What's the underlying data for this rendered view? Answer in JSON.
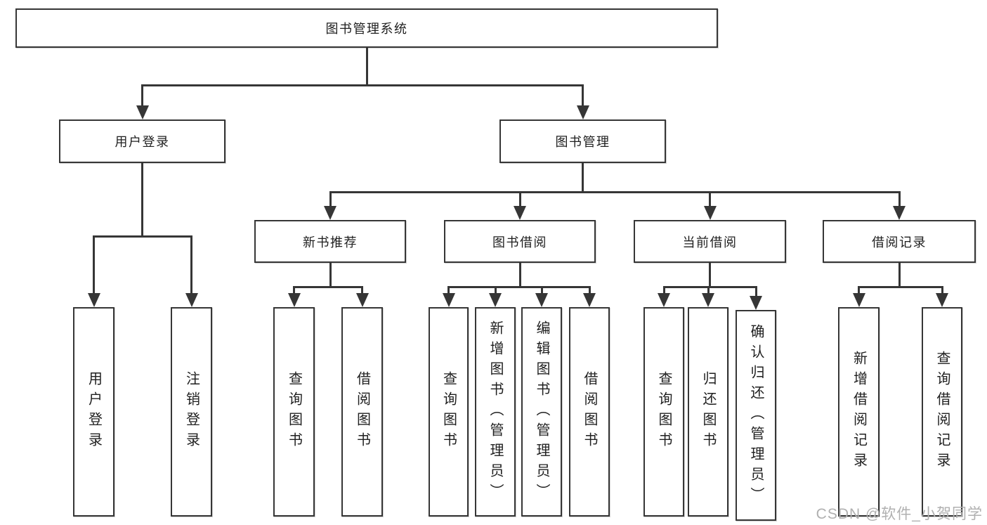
{
  "colors": {
    "line": "#363636",
    "text": "#1f1f1f",
    "watermark": "#b0b0b0",
    "background": "#ffffff"
  },
  "tree": {
    "label": "图书管理系统",
    "children": [
      {
        "label": "用户登录",
        "children": [
          {
            "label": "用户登录"
          },
          {
            "label": "注销登录"
          }
        ]
      },
      {
        "label": "图书管理",
        "children": [
          {
            "label": "新书推荐",
            "children": [
              {
                "label": "查询图书"
              },
              {
                "label": "借阅图书"
              }
            ]
          },
          {
            "label": "图书借阅",
            "children": [
              {
                "label": "查询图书"
              },
              {
                "label": "新增图书（管理员）"
              },
              {
                "label": "编辑图书（管理员）"
              },
              {
                "label": "借阅图书"
              }
            ]
          },
          {
            "label": "当前借阅",
            "children": [
              {
                "label": "查询图书"
              },
              {
                "label": "归还图书"
              },
              {
                "label": "确认归还（管理员）"
              }
            ]
          },
          {
            "label": "借阅记录",
            "children": [
              {
                "label": "新增借阅记录"
              },
              {
                "label": "查询借阅记录"
              }
            ]
          }
        ]
      }
    ]
  },
  "watermark": {
    "text": "CSDN @软件_小贺同学"
  }
}
